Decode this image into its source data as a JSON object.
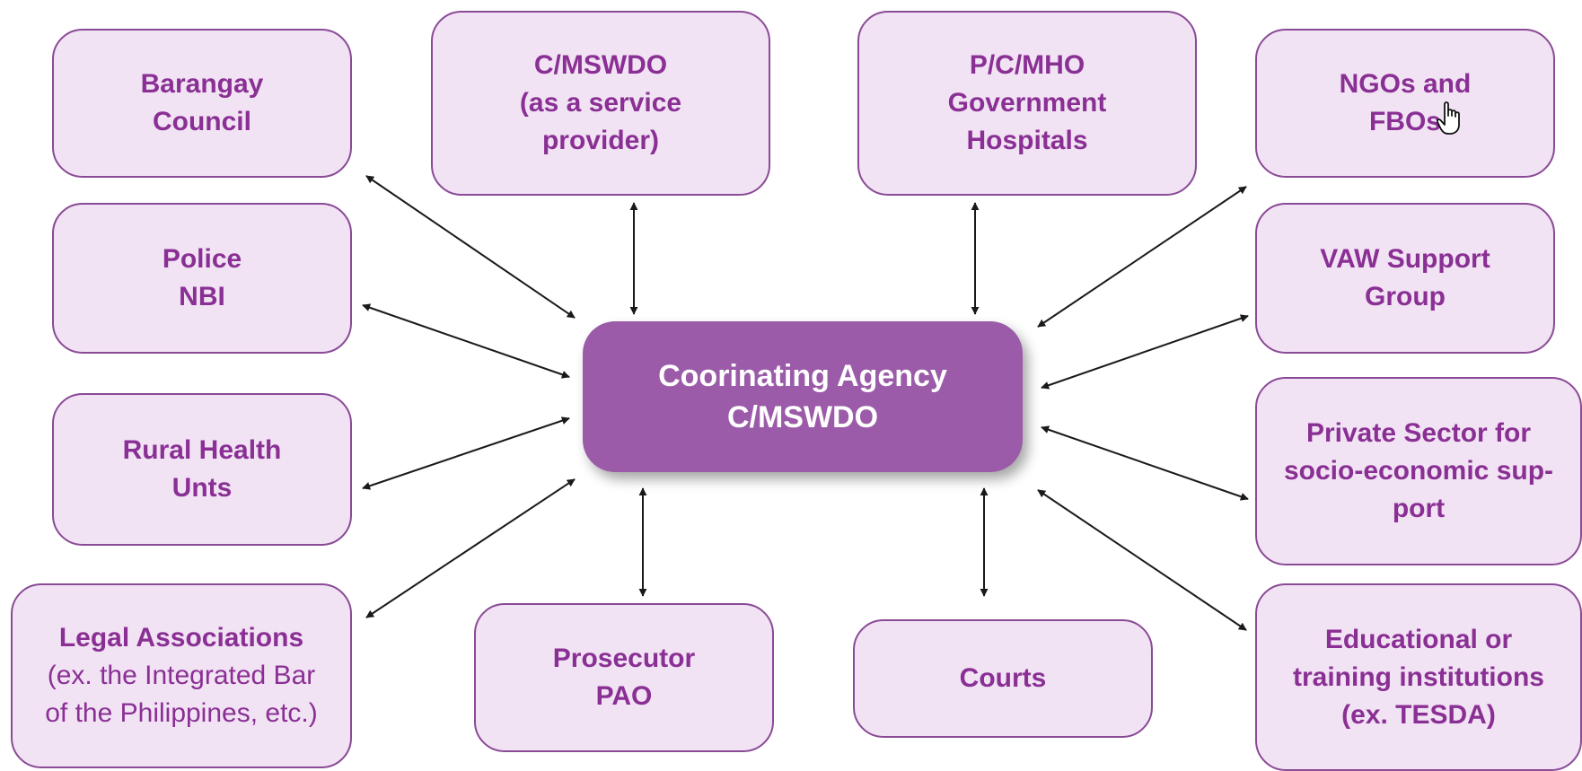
{
  "diagram": {
    "center": {
      "label": "Coorinating Agency\nC/MSWDO"
    },
    "nodes": {
      "barangay": {
        "label": "Barangay\nCouncil"
      },
      "cmswdo": {
        "label": "C/MSWDO\n(as a service\nprovider)"
      },
      "pcmho": {
        "label": "P/C/MHO\nGovernment\nHospitals"
      },
      "ngos": {
        "label": "NGOs and\nFBOs"
      },
      "police": {
        "label": "Police\nNBI"
      },
      "vaw": {
        "label": "VAW Support\nGroup"
      },
      "rural": {
        "label": "Rural Health\nUnts"
      },
      "private": {
        "label": "Private Sector for\nsocio-economic sup-\nport"
      },
      "legal": {
        "label": "Legal Associations",
        "sub": "(ex. the Integrated Bar\nof the Philippines, etc.)"
      },
      "prosecutor": {
        "label": "Prosecutor\nPAO"
      },
      "courts": {
        "label": "Courts"
      },
      "educational": {
        "label": "Educational or\ntraining institutions\n(ex. TESDA)"
      }
    },
    "colors": {
      "box_fill": "#f1e3f4",
      "box_border": "#8a4a96",
      "text": "#8a2f94",
      "center_fill": "#9b5ba8",
      "arrow": "#1a1a1a"
    }
  }
}
